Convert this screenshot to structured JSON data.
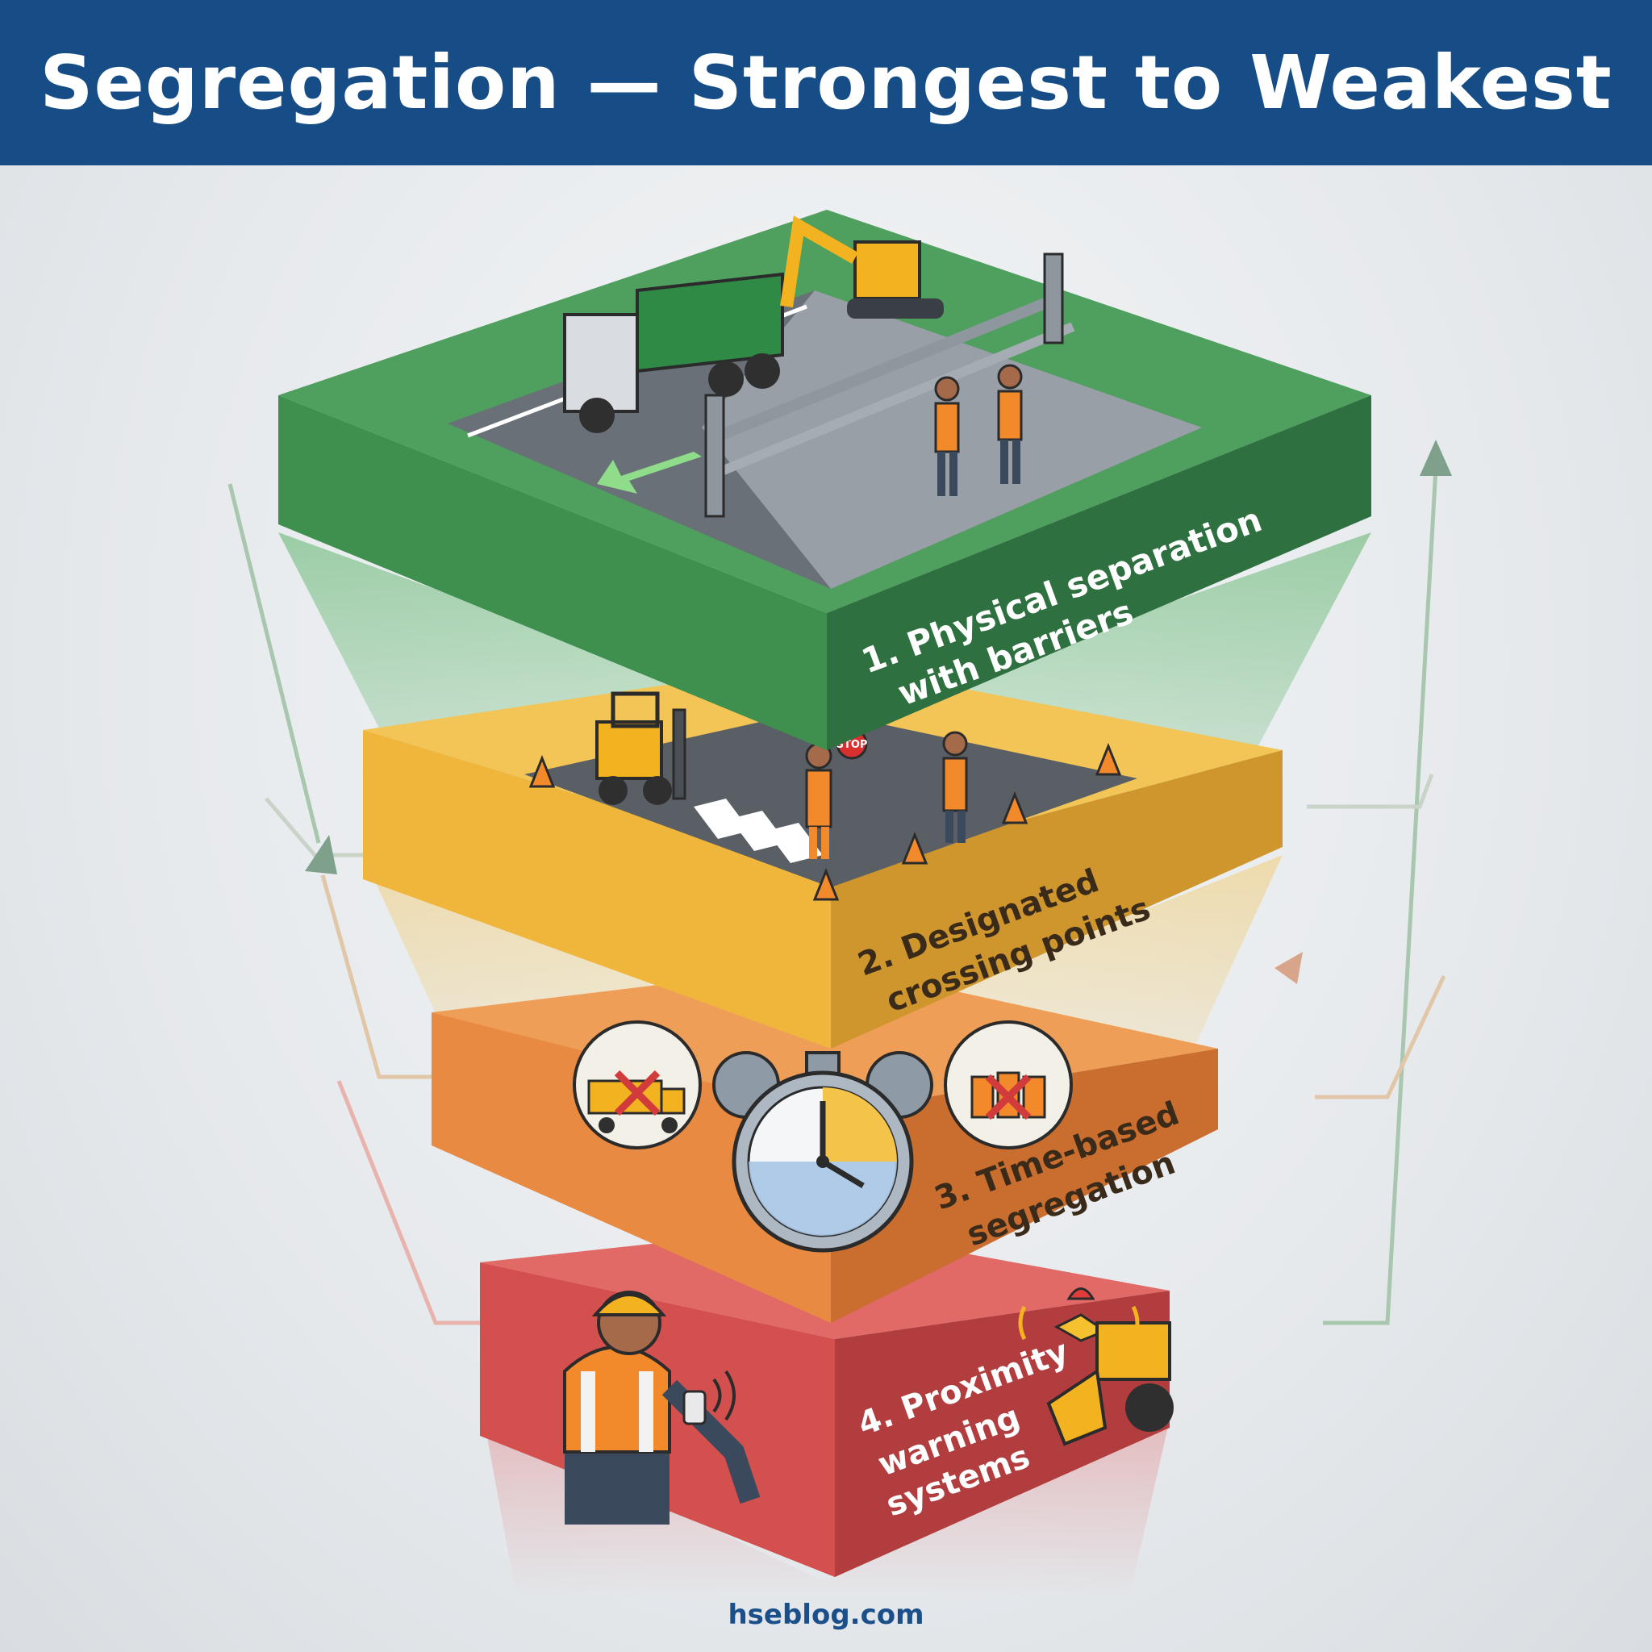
{
  "header": {
    "title": "Segregation — Strongest to Weakest"
  },
  "levels": [
    {
      "line1": "1. Physical separation",
      "line2": "with barriers",
      "color": "#3f8f4f"
    },
    {
      "line1": "2. Designated",
      "line2": "crossing points",
      "color": "#f0b63c"
    },
    {
      "line1": "3. Time-based",
      "line2": "segregation",
      "color": "#e8944a"
    },
    {
      "line1": "4. Proximity",
      "line2": "warning",
      "line3": "systems",
      "color": "#d9504f"
    }
  ],
  "illustrations": {
    "level1": {
      "sign_text": ""
    },
    "level2": {
      "stop_sign": "STOP"
    }
  },
  "footer": {
    "source": "hseblog.com"
  },
  "colors": {
    "banner": "#164d86",
    "green": "#3f8f4f",
    "yellow": "#f0b63c",
    "orange": "#e8944a",
    "red": "#d9504f"
  }
}
